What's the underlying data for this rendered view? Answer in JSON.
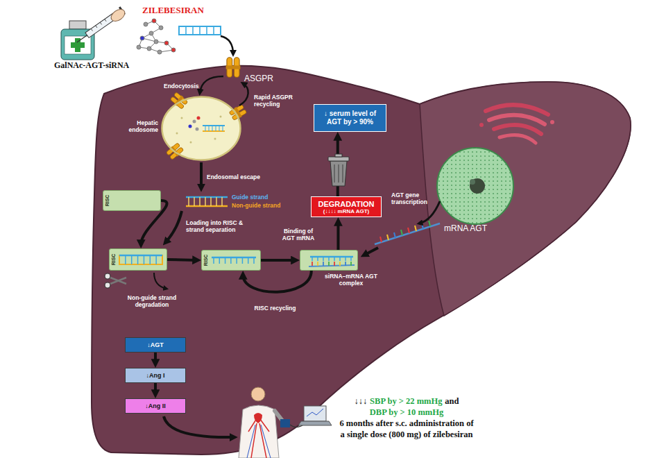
{
  "diagram": {
    "nodes": [
      {
        "text": [
          "Hepatic endosome"
        ]
      },
      {
        "text": [
          "RISC"
        ]
      },
      {
        "text": [
          "RISC"
        ]
      },
      {
        "text": [
          "RISC"
        ]
      },
      {
        "text": [
          "siRNA–mRNA AGT complex"
        ]
      },
      {
        "text": [
          "DEGRADATION",
          "(↓↓↓↓ mRNA AGT)"
        ]
      },
      {
        "text": [
          "↓ serum level of AGT by > 90%"
        ]
      },
      {
        "text": [
          "↓AGT"
        ]
      },
      {
        "text": [
          "↓Ang I"
        ]
      },
      {
        "text": [
          "↓Ang II"
        ]
      }
    ],
    "edges": [
      {
        "from": 1,
        "to": 2,
        "arrow": "to"
      },
      {
        "from": 2,
        "to": 3,
        "arrow": "to"
      },
      {
        "from": 3,
        "to": 4,
        "arrow": "to",
        "label": "Binding of AGT mRNA"
      },
      {
        "from": 4,
        "to": 3,
        "arrow": "to",
        "label": "RISC recycling"
      },
      {
        "from": 4,
        "to": 5,
        "arrow": "to"
      },
      {
        "from": 5,
        "to": 6,
        "arrow": "to"
      },
      {
        "from": 7,
        "to": 8,
        "arrow": "to"
      },
      {
        "from": 8,
        "to": 9,
        "arrow": "to"
      }
    ],
    "labels": [
      "ZILEBESIRAN",
      "GalNAc-AGT-siRNA",
      "Endocytosis",
      "ASGPR",
      "Rapid ASGPR recycling",
      "Endosomal escape",
      "Guide strand",
      "Non-guide strand",
      "Loading into RISC & strand separation",
      "Non-guide strand degradation",
      "AGT gene transcription",
      "mRNA AGT",
      "↓↓↓",
      "SBP by > 22 mmHg",
      "and",
      "DBP by > 10 mmHg",
      "6 months after s.c. administration of a single dose (800 mg) of zilebesiran"
    ]
  }
}
